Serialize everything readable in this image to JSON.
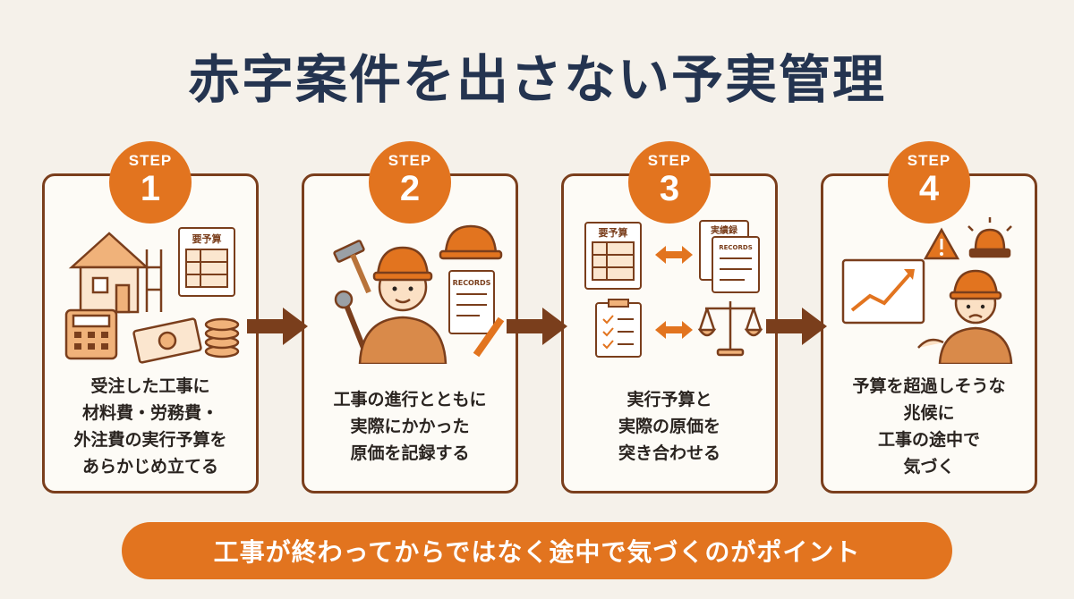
{
  "title": "赤字案件を出さない予実管理",
  "steps": [
    {
      "label": "STEP",
      "number": "1",
      "text": "受注した工事に\n材料費・労務費・\n外注費の実行予算を\nあらかじめ立てる",
      "doc_label": "要予算"
    },
    {
      "label": "STEP",
      "number": "2",
      "text": "工事の進行とともに\n実際にかかった\n原価を記録する",
      "doc_label": "RECORDS"
    },
    {
      "label": "STEP",
      "number": "3",
      "text": "実行予算と\n実際の原価を\n突き合わせる",
      "doc_label_budget": "要予算",
      "doc_label_actual": "実績録",
      "doc_label_records": "RECORDS"
    },
    {
      "label": "STEP",
      "number": "4",
      "text": "予算を超過しそうな\n兆候に\n工事の途中で\n気づく"
    }
  ],
  "banner": "工事が終わってからではなく途中で気づくのがポイント",
  "colors": {
    "accent": "#e2741f",
    "border": "#7a3e1c",
    "title": "#243450",
    "background": "#f5f1ea"
  }
}
